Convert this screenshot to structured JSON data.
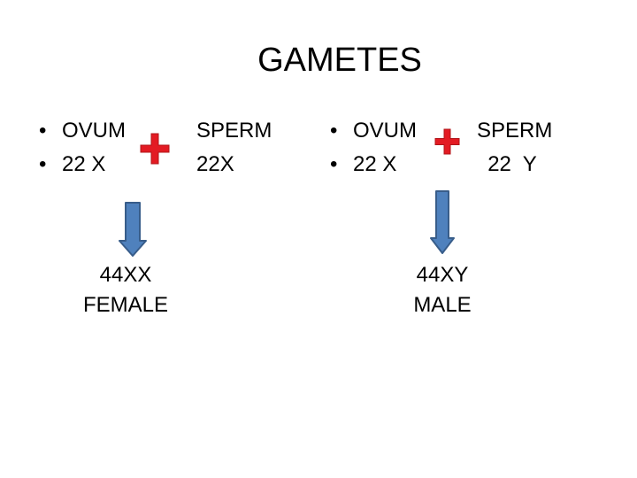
{
  "title": "GAMETES",
  "colors": {
    "plus": "#e31b23",
    "arrow_fill": "#4f81bd",
    "arrow_stroke": "#385d8a"
  },
  "left": {
    "bullets": [
      "OVUM",
      "22 X"
    ],
    "sperm": [
      "SPERM",
      "22X"
    ],
    "result": [
      "44XX",
      "FEMALE"
    ]
  },
  "right": {
    "bullets": [
      "OVUM",
      "22 X"
    ],
    "sperm": [
      "SPERM",
      "22  Y"
    ],
    "result": [
      "44XY",
      "MALE"
    ]
  }
}
